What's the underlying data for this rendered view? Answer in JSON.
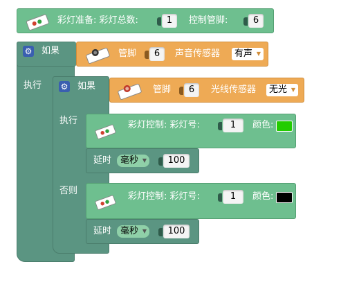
{
  "blocks": {
    "init": {
      "label": "彩灯准备: 彩灯总数:",
      "count": "1",
      "pin_label": "控制管脚:",
      "pin": "6"
    },
    "if_outer": {
      "keyword": "如果",
      "do_label": "执行"
    },
    "sound": {
      "pin_label": "管脚",
      "pin": "6",
      "sensor_label": "声音传感器",
      "state": "有声"
    },
    "if_inner": {
      "keyword": "如果",
      "do_label": "执行",
      "else_label": "否则"
    },
    "light": {
      "pin_label": "管脚",
      "pin": "6",
      "sensor_label": "光线传感器",
      "state": "无光"
    },
    "led_on": {
      "label": "彩灯控制: 彩灯号:",
      "index": "1",
      "color_label": "颜色:",
      "color": "#22cc00"
    },
    "delay1": {
      "label": "延时",
      "unit": "毫秒",
      "value": "100"
    },
    "led_off": {
      "label": "彩灯控制: 彩灯号:",
      "index": "1",
      "color_label": "颜色:",
      "color": "#000000"
    },
    "delay2": {
      "label": "延时",
      "unit": "毫秒",
      "value": "100"
    }
  },
  "icons": [
    "led-module-icon",
    "gear-icon",
    "sound-sensor-icon",
    "light-sensor-icon",
    "dropdown-arrow-icon"
  ],
  "colors": {
    "block_green": "#6ebf8f",
    "block_dark": "#5b9582",
    "block_orange": "#eeaa55"
  }
}
